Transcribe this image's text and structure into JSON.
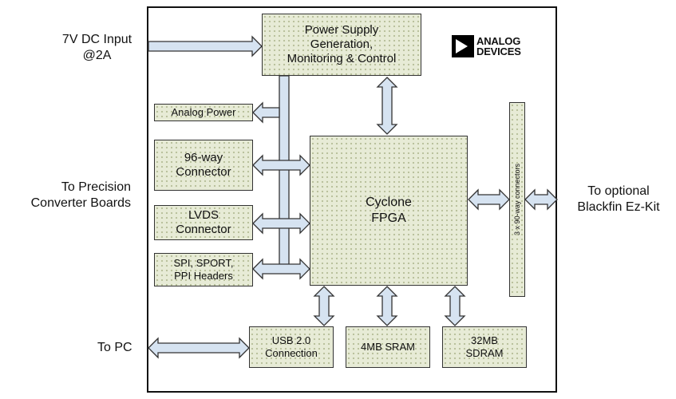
{
  "external_labels": {
    "power_input": [
      "7V DC Input",
      "@2A"
    ],
    "precision": [
      "To Precision",
      "Converter Boards"
    ],
    "pc": "To PC",
    "blackfin": [
      "To optional",
      "Blackfin Ez-Kit"
    ]
  },
  "logo": {
    "line1": "ANALOG",
    "line2": "DEVICES"
  },
  "blocks": {
    "power_supply": [
      "Power Supply",
      "Generation,",
      "Monitoring & Control"
    ],
    "analog_power": "Analog Power",
    "conn96": [
      "96-way",
      "Connector"
    ],
    "lvds": [
      "LVDS",
      "Connector"
    ],
    "spi": [
      "SPI, SPORT,",
      "PPI Headers"
    ],
    "fpga": [
      "Cyclone",
      "FPGA"
    ],
    "vertical_connectors": "3 x 90-way connectors",
    "usb": [
      "USB 2.0",
      "Connection"
    ],
    "sram": "4MB SRAM",
    "sdram": [
      "32MB",
      "SDRAM"
    ]
  },
  "colors": {
    "block_fill": "#e7ebd6",
    "arrow_fill": "#d6e3f1",
    "arrow_stroke": "#333333"
  }
}
